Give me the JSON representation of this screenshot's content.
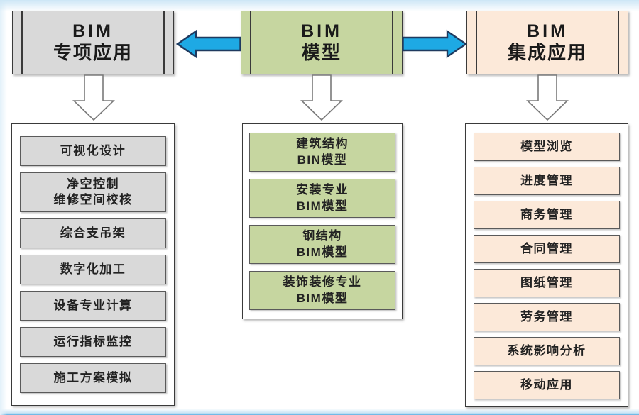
{
  "colors": {
    "left_fill": "#d9d9d9",
    "middle_fill": "#c6d6a0",
    "right_fill": "#fce9d9",
    "arrow_blue": "#1ea9e4",
    "arrow_border": "#1f3a5f"
  },
  "columns": [
    {
      "header_line1": "BIM",
      "header_line2": "专项应用",
      "items": [
        {
          "line1": "可视化设计"
        },
        {
          "line1": "净空控制",
          "line2": "维修空间校核"
        },
        {
          "line1": "综合支吊架"
        },
        {
          "line1": "数字化加工"
        },
        {
          "line1": "设备专业计算"
        },
        {
          "line1": "运行指标监控"
        },
        {
          "line1": "施工方案模拟"
        }
      ]
    },
    {
      "header_line1": "BIM",
      "header_line2": "模型",
      "items": [
        {
          "line1": "建筑结构",
          "line2": "BIN模型"
        },
        {
          "line1": "安装专业",
          "line2": "BIM模型"
        },
        {
          "line1": "钢结构",
          "line2": "BIM模型"
        },
        {
          "line1": "装饰装修专业",
          "line2": "BIM模型"
        }
      ]
    },
    {
      "header_line1": "BIM",
      "header_line2": "集成应用",
      "items": [
        {
          "line1": "模型浏览"
        },
        {
          "line1": "进度管理"
        },
        {
          "line1": "商务管理"
        },
        {
          "line1": "合同管理"
        },
        {
          "line1": "图纸管理"
        },
        {
          "line1": "劳务管理"
        },
        {
          "line1": "系统影响分析"
        },
        {
          "line1": "移动应用"
        }
      ]
    }
  ]
}
